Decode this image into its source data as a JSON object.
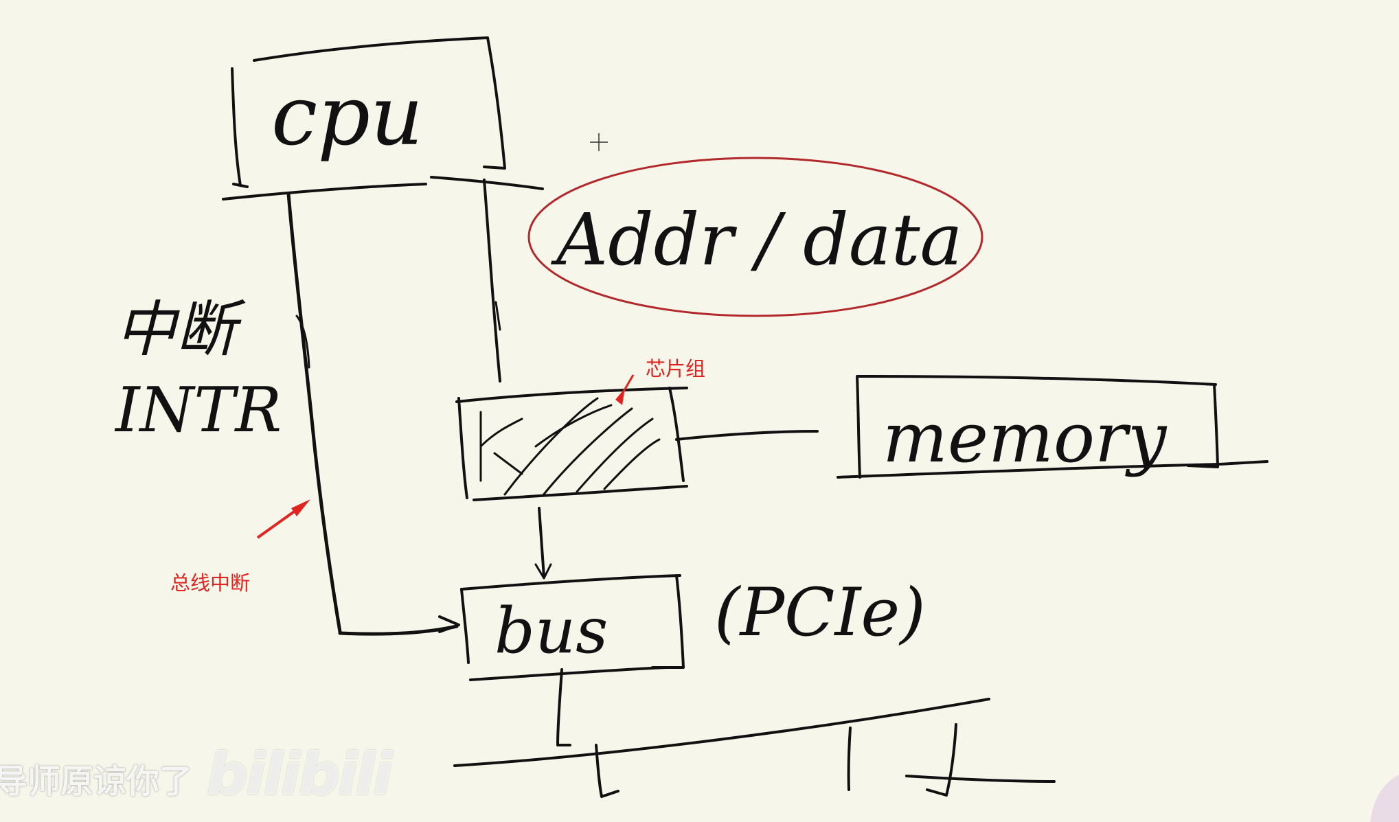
{
  "handwritten": {
    "cpu_label": "cpu",
    "addr_data_label": "Addr / data",
    "memory_label": "memory",
    "interrupt_label": "中断",
    "intr_label": "INTR",
    "bus_label": "bus",
    "pcie_label": "(PCIe)"
  },
  "annotations": {
    "chipset": "芯片组",
    "bus_interrupt": "总线中断"
  },
  "watermark": {
    "text": "导师原谅你了",
    "logo": "bilibili"
  },
  "colors": {
    "background": "#f6f6ea",
    "ink": "#111111",
    "annotation": "#e0241f",
    "circle": "#b3282a"
  }
}
